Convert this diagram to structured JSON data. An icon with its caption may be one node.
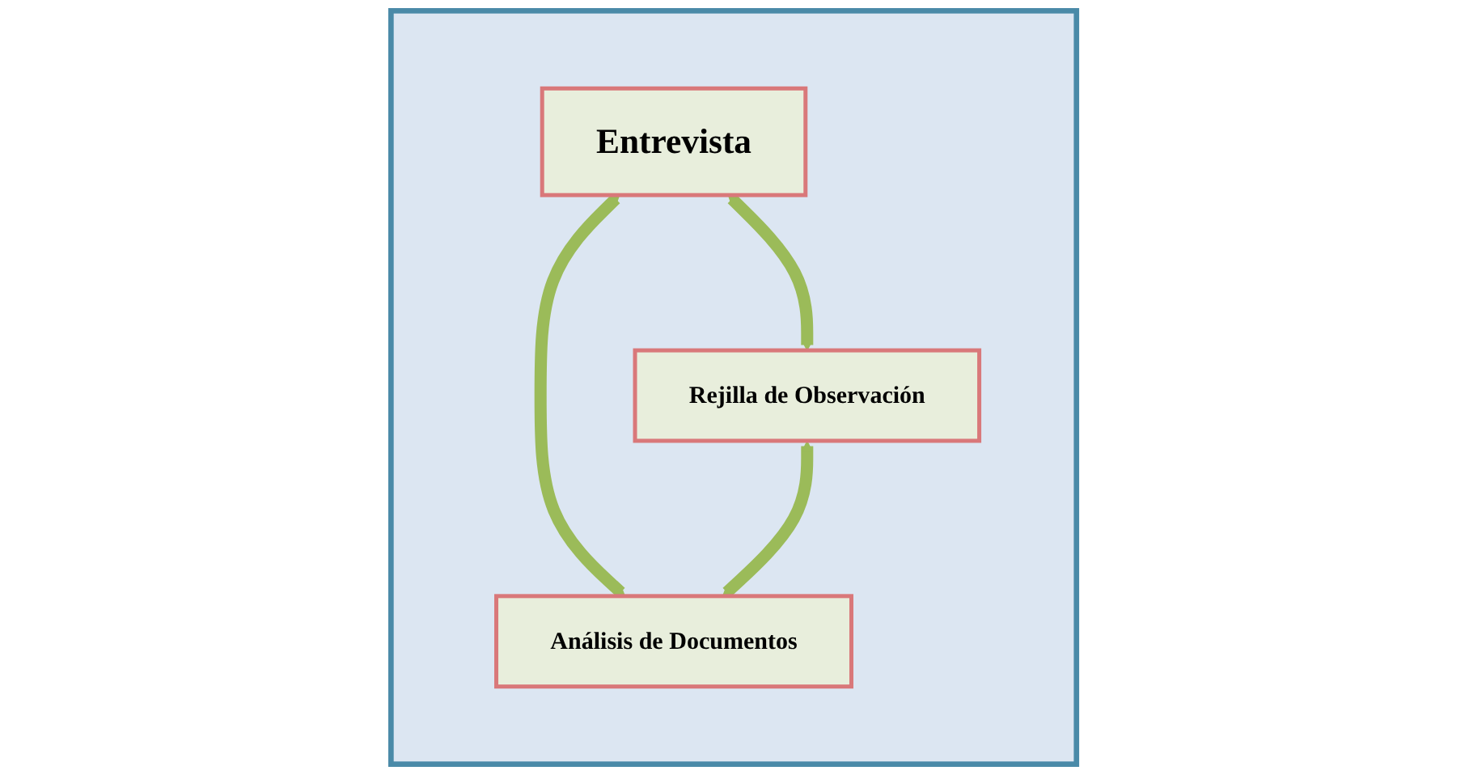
{
  "diagram": {
    "nodes": [
      {
        "text": [],
        "shape": "box"
      },
      {
        "text": [
          "Entrevista"
        ],
        "in": 0
      },
      {
        "text": [
          "Rejilla de Observación"
        ],
        "in": 0
      },
      {
        "text": [
          "Análisis de Documentos"
        ],
        "in": 0
      }
    ],
    "edges": [
      {
        "from": 1,
        "to": 2,
        "arrow": "both"
      },
      {
        "from": 1,
        "to": 3,
        "arrow": "both"
      },
      {
        "from": 2,
        "to": 3,
        "arrow": "both"
      }
    ]
  }
}
